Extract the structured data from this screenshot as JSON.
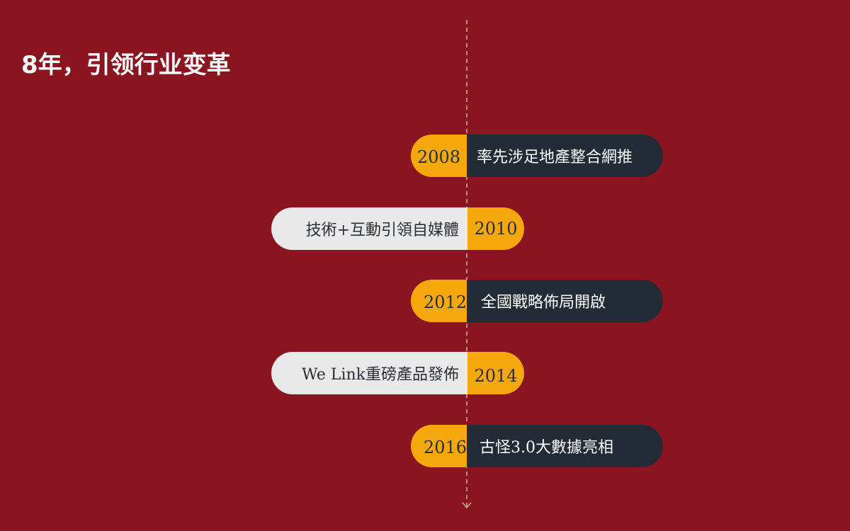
{
  "slide": {
    "title": "8年，引领行业变革"
  },
  "timeline": {
    "colors": {
      "background": "#8a141f",
      "year": "#f5a80b",
      "dark_label": "#222b36",
      "light_label": "#e9e9e9",
      "axis": "#c9a7aa"
    },
    "events": [
      {
        "year": "2008",
        "text": "率先涉足地產整合網推",
        "side": "right"
      },
      {
        "year": "2010",
        "text": "技術+互動引領自媒體",
        "side": "left"
      },
      {
        "year": "2012",
        "text": "全國戰略佈局開啟",
        "side": "right"
      },
      {
        "year": "2014",
        "text": "We Link重磅產品發佈",
        "side": "left"
      },
      {
        "year": "2016",
        "text": "古怪3.0大數據亮相",
        "side": "right"
      }
    ]
  }
}
